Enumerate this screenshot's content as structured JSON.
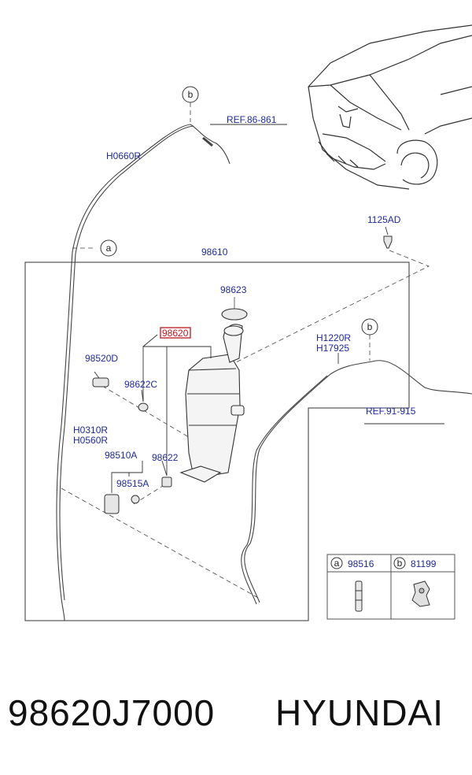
{
  "diagram": {
    "callouts": {
      "a": "a",
      "b": "b"
    },
    "refs": {
      "ref_86": "REF.86-861",
      "ref_91": "REF.91-915"
    },
    "labels": {
      "h0660r": "H0660R",
      "p98610": "98610",
      "p98623": "98623",
      "p98620": "98620",
      "p98520d": "98520D",
      "p98622c": "98622C",
      "h0310r": "H0310R",
      "h0560r": "H0560R",
      "p98510a": "98510A",
      "p98622": "98622",
      "p98515a": "98515A",
      "h1220r": "H1220R",
      "h17925": "H17925",
      "p1125ad": "1125AD"
    },
    "legend": {
      "a_part": "98516",
      "b_part": "81199"
    }
  },
  "footer": {
    "part_number": "98620J7000",
    "brand": "HYUNDAI"
  }
}
